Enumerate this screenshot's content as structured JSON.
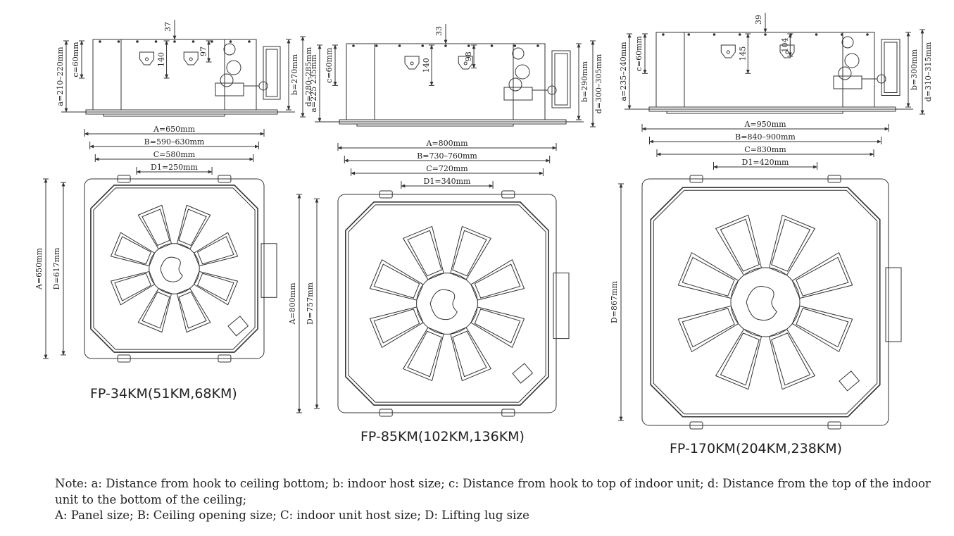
{
  "units": [
    {
      "model": "FP-34KM(51KM,68KM)",
      "side_dims": {
        "top": "37",
        "hook_h": "140",
        "hook_h2": "97",
        "a": "a=210–220mm",
        "c": "c=60mm",
        "b": "b=270mm",
        "d": "d=280–285mm"
      },
      "plan_dims": {
        "A": "A=650mm",
        "B": "B=590–630mm",
        "C": "C=580mm",
        "D1": "D1=250mm",
        "A_v": "A=650mm",
        "D_v": "D=617mm"
      }
    },
    {
      "model": "FP-85KM(102KM,136KM)",
      "side_dims": {
        "top": "33",
        "hook_h": "140",
        "hook_h2": "98",
        "a": "a=225 235mm",
        "c": "c=60mm",
        "b": "b=290mm",
        "d": "d=300–305mm"
      },
      "plan_dims": {
        "A": "A=800mm",
        "B": "B=730–760mm",
        "C": "C=720mm",
        "D1": "D1=340mm",
        "A_v": "A=800mm",
        "D_v": "D=757mm"
      }
    },
    {
      "model": "FP-170KM(204KM,238KM)",
      "side_dims": {
        "top": "39",
        "hook_h": "145",
        "hook_h2": "104",
        "a": "a=235–240mm",
        "c": "c=60mm",
        "b": "b=300mm",
        "d": "d=310–315mm"
      },
      "plan_dims": {
        "A": "A=950mm",
        "B": "B=840–900mm",
        "C": "C=830mm",
        "D1": "D1=420mm",
        "D_v": "D=867mm"
      }
    }
  ],
  "note": {
    "line1": "Note: a: Distance from hook to ceiling bottom; b: indoor host size; c: Distance from hook to top of indoor unit; d: Distance from the top of the indoor unit to the bottom of the ceiling;",
    "line2": "A: Panel size; B: Ceiling opening size; C: indoor unit host size; D: Lifting lug size"
  }
}
